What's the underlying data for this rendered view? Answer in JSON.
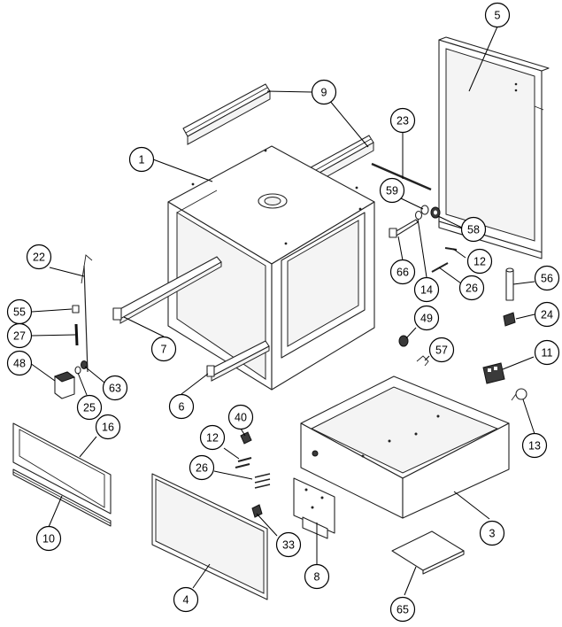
{
  "callouts": [
    {
      "id": "c5",
      "label": "5"
    },
    {
      "id": "c9",
      "label": "9"
    },
    {
      "id": "c1",
      "label": "1"
    },
    {
      "id": "c23",
      "label": "23"
    },
    {
      "id": "c59",
      "label": "59"
    },
    {
      "id": "c58",
      "label": "58"
    },
    {
      "id": "c22",
      "label": "22"
    },
    {
      "id": "c12a",
      "label": "12"
    },
    {
      "id": "c66",
      "label": "66"
    },
    {
      "id": "c14",
      "label": "14"
    },
    {
      "id": "c26a",
      "label": "26"
    },
    {
      "id": "c56",
      "label": "56"
    },
    {
      "id": "c55",
      "label": "55"
    },
    {
      "id": "c24",
      "label": "24"
    },
    {
      "id": "c27",
      "label": "27"
    },
    {
      "id": "c7",
      "label": "7"
    },
    {
      "id": "c49",
      "label": "49"
    },
    {
      "id": "c48",
      "label": "48"
    },
    {
      "id": "c57",
      "label": "57"
    },
    {
      "id": "c11",
      "label": "11"
    },
    {
      "id": "c63",
      "label": "63"
    },
    {
      "id": "c25",
      "label": "25"
    },
    {
      "id": "c6",
      "label": "6"
    },
    {
      "id": "c13",
      "label": "13"
    },
    {
      "id": "c40",
      "label": "40"
    },
    {
      "id": "c16",
      "label": "16"
    },
    {
      "id": "c12b",
      "label": "12"
    },
    {
      "id": "c26b",
      "label": "26"
    },
    {
      "id": "c3",
      "label": "3"
    },
    {
      "id": "c10",
      "label": "10"
    },
    {
      "id": "c33",
      "label": "33"
    },
    {
      "id": "c8",
      "label": "8"
    },
    {
      "id": "c4",
      "label": "4"
    },
    {
      "id": "c65",
      "label": "65"
    }
  ]
}
